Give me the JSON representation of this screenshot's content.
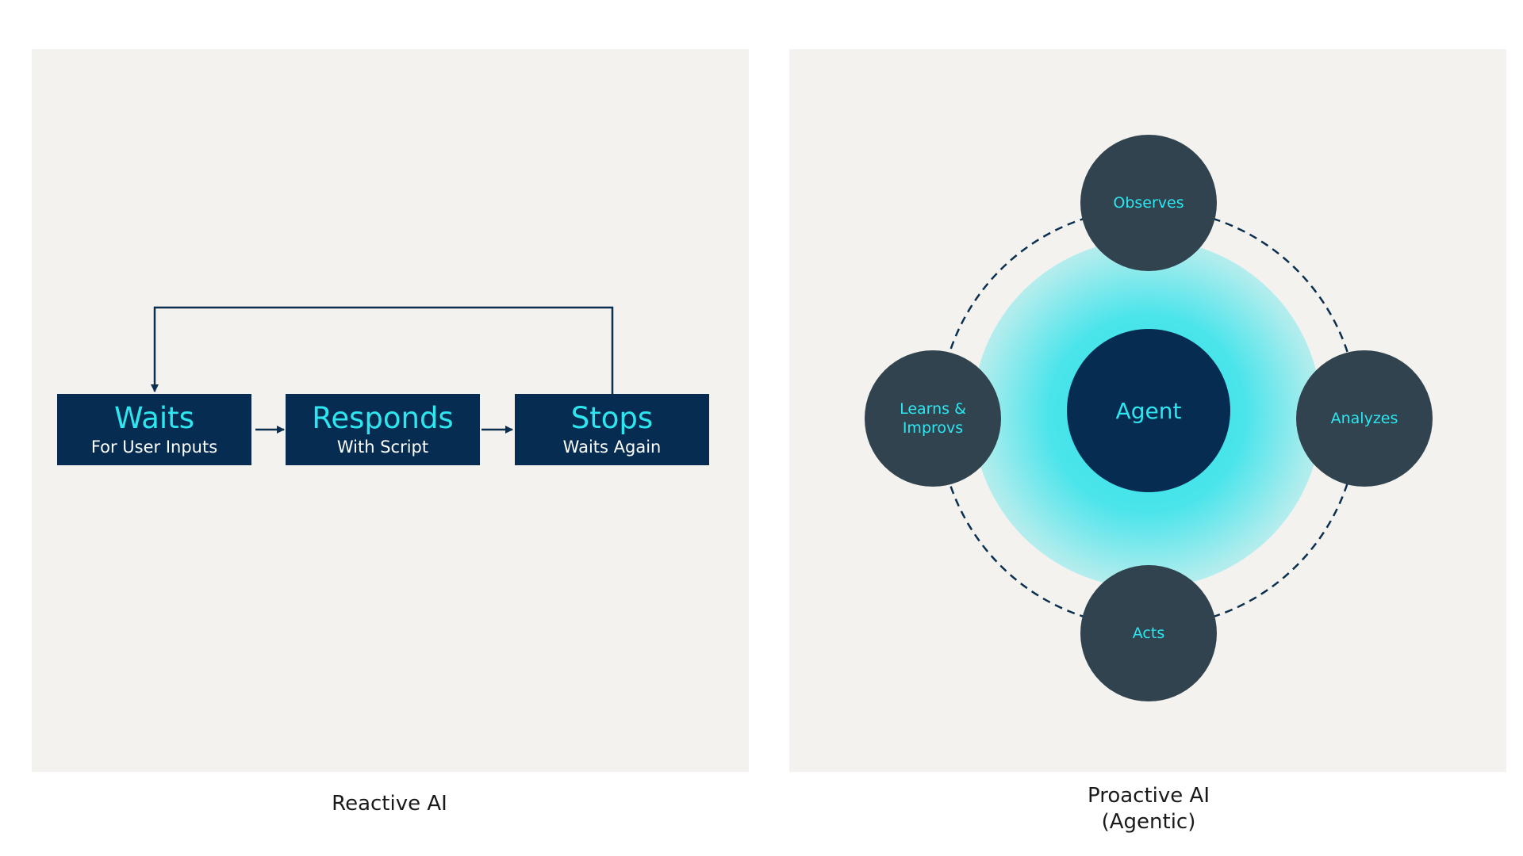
{
  "reactive": {
    "caption": "Reactive AI",
    "steps": [
      {
        "title": "Waits",
        "subtitle": "For User Inputs"
      },
      {
        "title": "Responds",
        "subtitle": "With Script"
      },
      {
        "title": "Stops",
        "subtitle": "Waits Again"
      }
    ]
  },
  "proactive": {
    "caption_line1": "Proactive AI",
    "caption_line2": "(Agentic)",
    "center": "Agent",
    "nodes": {
      "top": "Observes",
      "right": "Analyzes",
      "bottom": "Acts",
      "left_line1": "Learns &",
      "left_line2": "Improvs"
    }
  },
  "colors": {
    "panel_bg": "#f3f2ef",
    "box_bg": "#062d51",
    "accent": "#2ee6f0",
    "node_bg": "#30434e",
    "connector": "#0b2f4f"
  }
}
